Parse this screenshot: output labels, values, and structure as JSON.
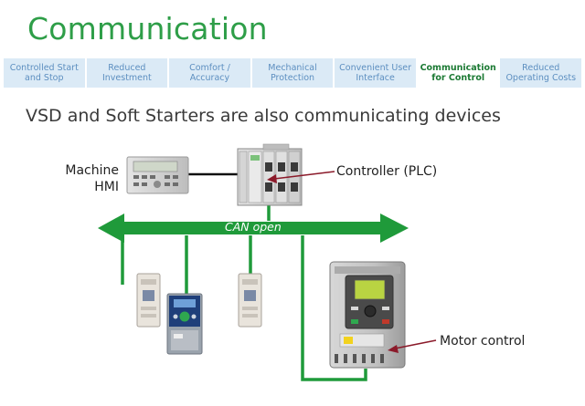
{
  "header": {
    "title": "Communication"
  },
  "tabs": [
    {
      "label": "Controlled Start and Stop",
      "active": false
    },
    {
      "label": "Reduced Investment",
      "active": false
    },
    {
      "label": "Comfort / Accuracy",
      "active": false
    },
    {
      "label": "Mechanical Protection",
      "active": false
    },
    {
      "label": "Convenient User Interface",
      "active": false
    },
    {
      "label": "Communication for Control",
      "active": true
    },
    {
      "label": "Reduced Operating Costs",
      "active": false
    }
  ],
  "subtitle": "VSD and Soft Starters are also communicating devices",
  "diagram": {
    "hmi_label": "Machine HMI",
    "plc_label": "Controller (PLC)",
    "bus_label": "CAN open",
    "motor_label": "Motor control"
  },
  "colors": {
    "brand_green": "#2e9e48",
    "bus_green": "#1f9a3a",
    "tab_blue": "#dbeaf6",
    "arrow_red": "#8b1a2a"
  }
}
